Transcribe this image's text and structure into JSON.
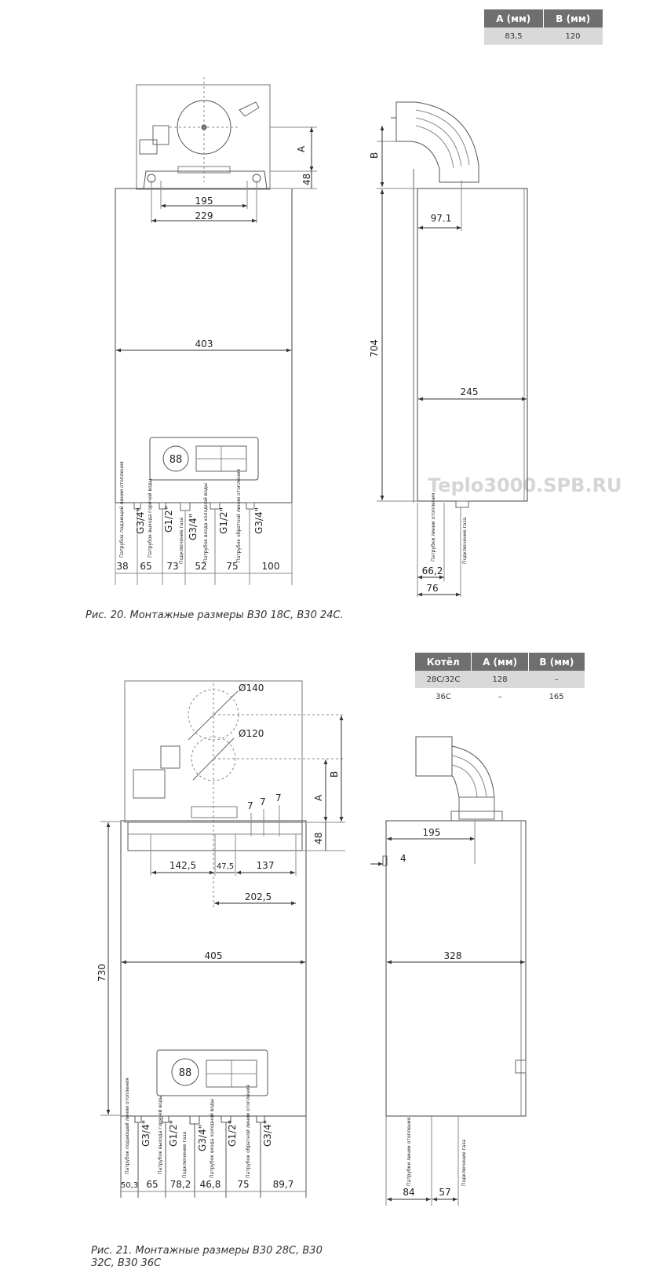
{
  "table1": {
    "headers": [
      "A (мм)",
      "B (мм)"
    ],
    "rows": [
      [
        "83,5",
        "120"
      ]
    ]
  },
  "table2": {
    "headers": [
      "Котёл",
      "A (мм)",
      "B (мм)"
    ],
    "rows": [
      [
        "28C/32C",
        "128",
        "–"
      ],
      [
        "36C",
        "–",
        "165"
      ]
    ]
  },
  "fig1": {
    "caption": "Рис. 20. Монтажные размеры B30 18C, B30 24C.",
    "dims": {
      "A": "A",
      "d48": "48",
      "d195": "195",
      "d229": "229",
      "d403": "403",
      "B": "B",
      "d97": "97.1",
      "d704": "704",
      "d245": "245",
      "d66": "66,2",
      "d76": "76"
    },
    "bottom_dims": [
      "38",
      "65",
      "73",
      "52",
      "75",
      "100"
    ],
    "threads": [
      "G3/4\"",
      "G1/2\"",
      "G3/4\"",
      "G1/2\"",
      "G3/4\""
    ],
    "labels": [
      "Патрубок подающей линии отопления",
      "Патрубок выхода горячей воды",
      "Подключение газа",
      "Патрубок входа холодной воды",
      "Патрубок обратной линии отопления"
    ],
    "side_labels": [
      "Патрубки линии отопления",
      "Подключение газа"
    ],
    "display": "88"
  },
  "fig2": {
    "caption": "Рис. 21. Монтажные размеры B30 28C, B30 32C, B30 36C",
    "dims": {
      "d140": "Ø140",
      "d120": "Ø120",
      "A": "A",
      "B": "B",
      "d48": "48",
      "d142": "142,5",
      "d47": "47,5",
      "d137": "137",
      "d202": "202,5",
      "d405": "405",
      "d730": "730",
      "d195": "195",
      "d4": "4",
      "d328": "328",
      "d84": "84",
      "d57": "57",
      "seven": "7"
    },
    "bottom_dims": [
      "50,3",
      "65",
      "78,2",
      "46,8",
      "75",
      "89,7"
    ],
    "threads": [
      "G3/4\"",
      "G1/2\"",
      "G3/4\"",
      "G1/2\"",
      "G3/4\""
    ],
    "labels": [
      "Патрубок подающей линии отопления",
      "Патрубок выхода горячей воды",
      "Подключение газа",
      "Патрубок входа холодной воды",
      "Патрубок обратной линии отопления"
    ],
    "side_labels": [
      "Патрубки линии отопления",
      "Подключение газа"
    ],
    "display": "88"
  },
  "watermark": "Teplo3000.SPB.RU"
}
